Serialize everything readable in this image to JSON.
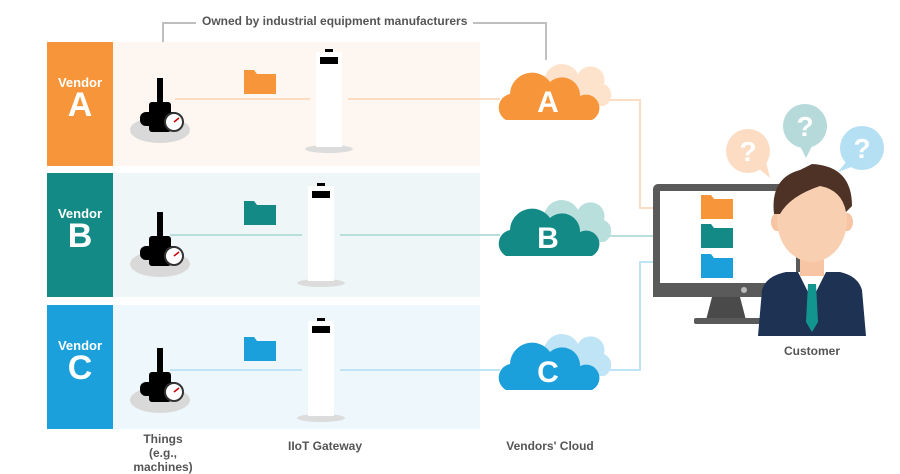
{
  "header": {
    "ownership_label": "Owned by industrial equipment manufacturers"
  },
  "vendors": [
    {
      "word": "Vendor",
      "letter": "A",
      "cloud_letter": "A",
      "color": "#f7953b",
      "light": "#fde3cc",
      "bg": "#fef7f1"
    },
    {
      "word": "Vendor",
      "letter": "B",
      "cloud_letter": "B",
      "color": "#138a85",
      "light": "#b9dfdc",
      "bg": "#eef6f7"
    },
    {
      "word": "Vendor",
      "letter": "C",
      "cloud_letter": "C",
      "color": "#1ba0dc",
      "light": "#bfe4f5",
      "bg": "#eef7fc"
    }
  ],
  "captions": {
    "things_line1": "Things",
    "things_line2": "(e.g., machines)",
    "gateway": "IIoT Gateway",
    "cloud": "Vendors' Cloud",
    "customer": "Customer"
  },
  "customer": {
    "question_mark": "?",
    "bubble_colors": [
      "#fcdcc2",
      "#b5dad9",
      "#b5dff3"
    ]
  }
}
